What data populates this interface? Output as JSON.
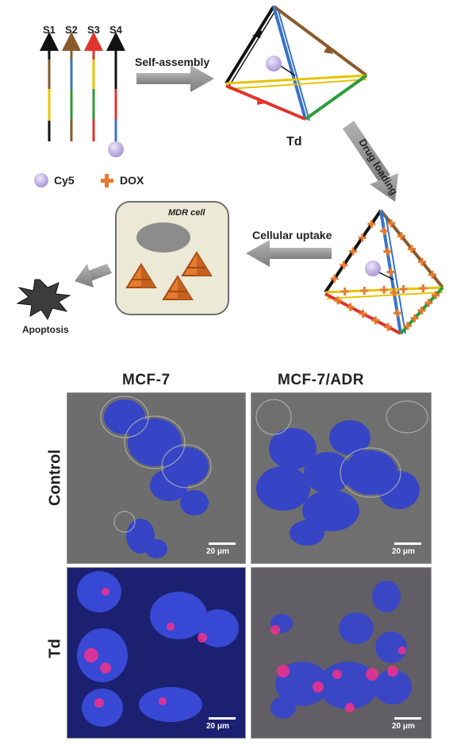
{
  "strands": [
    {
      "label": "S1",
      "colors": [
        "#111111",
        "#8a5a2b",
        "#e8c300",
        "#111111"
      ]
    },
    {
      "label": "S2",
      "colors": [
        "#8a5a2b",
        "#3a73c9",
        "#2e9a3a",
        "#8a5a2b"
      ]
    },
    {
      "label": "S3",
      "colors": [
        "#e0332b",
        "#e8c300",
        "#2e9a3a",
        "#e0332b"
      ]
    },
    {
      "label": "S4",
      "colors": [
        "#111111",
        "#e0332b",
        "#3a73c9",
        "#3a73c9"
      ]
    }
  ],
  "legend": {
    "cy5": "Cy5",
    "dox": "DOX"
  },
  "steps": {
    "self_assembly": "Self-assembly",
    "drug_loading": "Drug loading",
    "cellular_uptake": "Cellular uptake"
  },
  "td_label": "Td",
  "cell_label": "MDR cell",
  "apoptosis_label": "Apoptosis",
  "micrographs": {
    "columns": [
      "MCF-7",
      "MCF-7/ADR"
    ],
    "rows": [
      "Control",
      "Td"
    ],
    "scale_bar": "20 μm"
  },
  "colors": {
    "black": "#111111",
    "brown": "#8a5a2b",
    "yellow": "#e8c300",
    "blue": "#3a73c9",
    "red": "#e0332b",
    "green": "#2e9a3a",
    "arrow_gray": "#9a9a9a",
    "cy5": "#c8b8e6",
    "dox": "#e67a2e",
    "cell_fill": "#ece9d6",
    "nucleus": "#8c8c8c"
  }
}
